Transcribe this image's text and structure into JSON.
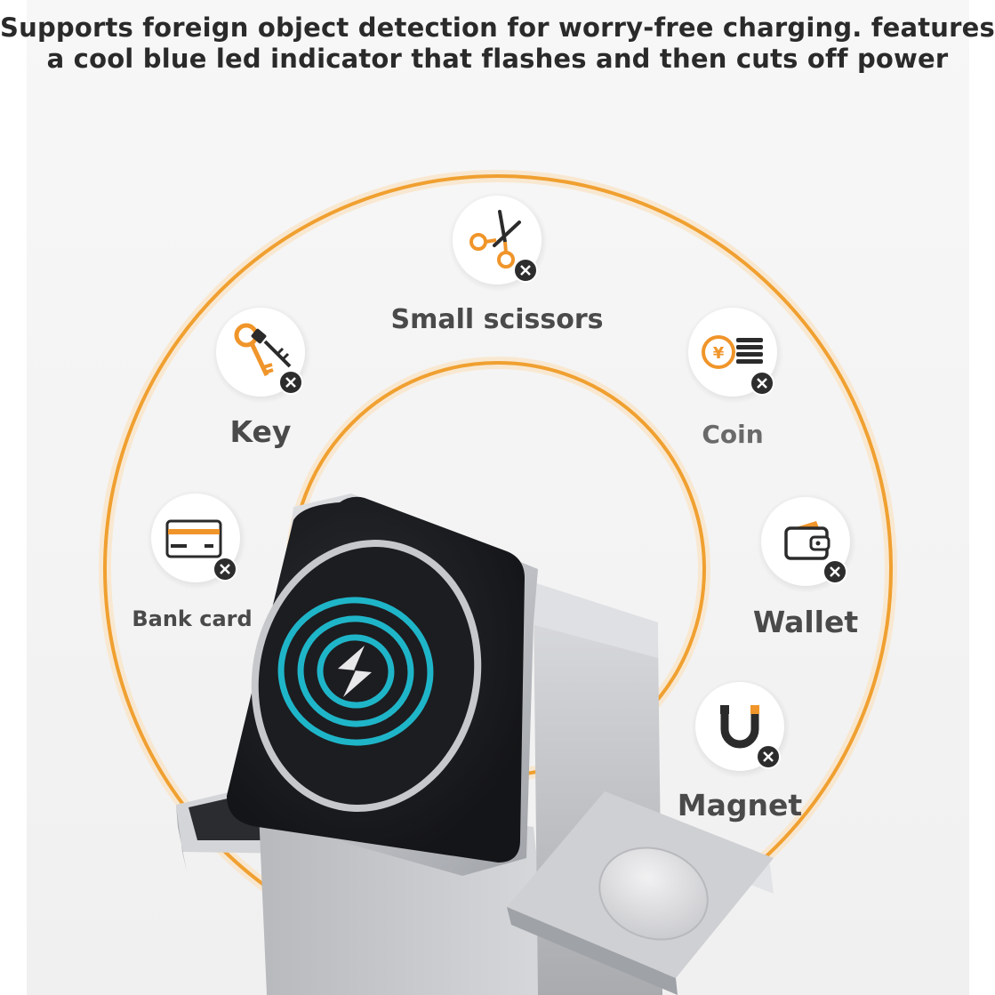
{
  "headline": {
    "line1": "Supports foreign object detection for worry-free charging. features",
    "line2": "a cool blue led indicator that flashes and then cuts off power"
  },
  "colors": {
    "ring": "#f0a030",
    "icon_orange": "#f0952a",
    "badge": "#2d2d2d",
    "led_blue": "#1fb5c9",
    "device_silver": "#c9cbcf",
    "pad_black": "#1e1f22"
  },
  "objects": [
    {
      "id": "small-scissors",
      "icon": "scissors-icon",
      "label": "Small scissors"
    },
    {
      "id": "key",
      "icon": "key-icon",
      "label": "Key"
    },
    {
      "id": "coin",
      "icon": "coin-icon",
      "label": "Coin"
    },
    {
      "id": "bank-card",
      "icon": "bank-card-icon",
      "label": "Bank card"
    },
    {
      "id": "wallet",
      "icon": "wallet-icon",
      "label": "Wallet"
    },
    {
      "id": "magnet",
      "icon": "magnet-icon",
      "label": "Magnet"
    }
  ]
}
